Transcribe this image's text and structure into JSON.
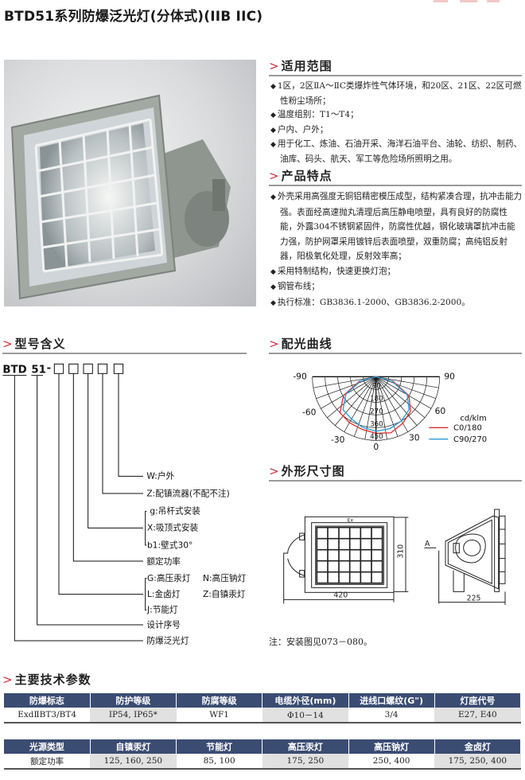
{
  "title": "BTD51系列防爆泛光灯(分体式)(IIB IIC)",
  "sections": {
    "application": {
      "heading": "适用范围",
      "items": [
        "1区，2区ⅡA～ⅡC类爆炸性气体环境，和20区、21区、22区可燃性粉尘场所；",
        "温度组别：T1～T4；",
        "户内、户外；",
        "用于化工、炼油、石油开采、海洋石油平台、油轮、纺织、制药、油库、码头、航天、军工等危险场所照明之用。"
      ]
    },
    "features": {
      "heading": "产品特点",
      "items": [
        "外壳采用高强度无铜铝精密模压成型，结构紧凑合理，抗冲击能力强。表面经高速抛丸清理后高压静电喷塑，具有良好的防腐性能，外露304不锈钢紧固件，防腐性优越，钢化玻璃罩抗冲击能力强，防护网罩采用镀锌后表面喷塑，双重防腐；高纯铝反射器，阳极氧化处理，反射效率高；",
        "采用特制结构，快速更换灯泡；",
        "钢管布线；",
        "执行标准：GB3836.1-2000、GB3836.2-2000。"
      ]
    },
    "model": {
      "heading": "型号含义",
      "prefix": "BTD",
      "series": "51",
      "dash": "-",
      "labels": {
        "w": "W:户外",
        "z": "Z:配镇流器(不配不注)",
        "g": "g:吊杆式安装",
        "x": "X:吸顶式安装",
        "b1": "b1:壁式30°",
        "power": "额定功率",
        "G": "G:高压汞灯",
        "N": "N:高压钠灯",
        "L": "L:金卤灯",
        "Z2": "Z:自镇汞灯",
        "J": "J:节能灯",
        "design": "设计序号",
        "name": "防爆泛光灯"
      }
    },
    "light_curve": {
      "heading": "配光曲线",
      "angle_labels": [
        "-90",
        "90",
        "-60",
        "60",
        "-30",
        "30",
        "0"
      ],
      "ring_labels": [
        "90",
        "180",
        "270",
        "360",
        "450"
      ],
      "unit": "cd/klm",
      "legend": [
        {
          "name": "C0/180",
          "color": "#d8312f"
        },
        {
          "name": "C90/270",
          "color": "#2a9ad8"
        }
      ]
    },
    "dimensions": {
      "heading": "外形尺寸图",
      "width": "420",
      "height": "310",
      "depth": "225",
      "view_label": "A",
      "ex_mark": "Ex",
      "note": "注：安装图见073－080。"
    },
    "specs": {
      "heading": "主要技术参数",
      "table1": {
        "headers": [
          "防爆标志",
          "防护等级",
          "防腐等级",
          "电缆外径(mm)",
          "进线口螺纹(G\")",
          "灯座代号"
        ],
        "row": [
          "ExdⅡBT3/BT4",
          "IP54, IP65*",
          "WF1",
          "Φ10－14",
          "3/4",
          "E27, E40"
        ]
      },
      "table2": {
        "headers": [
          "光源类型",
          "自镇汞灯",
          "节能灯",
          "高压汞灯",
          "高压钠灯",
          "金卤灯"
        ],
        "row": [
          "额定功率",
          "125, 160, 250",
          "85, 100",
          "175, 250",
          "250, 400",
          "175, 250, 400"
        ]
      }
    }
  },
  "chart_data": {
    "type": "polar",
    "title": "配光曲线",
    "unit": "cd/klm",
    "angles": [
      -90,
      -75,
      -60,
      -45,
      -30,
      -15,
      0,
      15,
      30,
      45,
      60,
      75,
      90
    ],
    "rlim": [
      0,
      450
    ],
    "rticks": [
      90,
      180,
      270,
      360,
      450
    ],
    "series": [
      {
        "name": "C0/180",
        "values": [
          0,
          120,
          265,
          360,
          375,
          385,
          400,
          410,
          380,
          345,
          270,
          125,
          0
        ]
      },
      {
        "name": "C90/270",
        "values": [
          0,
          110,
          245,
          330,
          345,
          370,
          385,
          380,
          360,
          330,
          255,
          115,
          0
        ]
      }
    ]
  }
}
